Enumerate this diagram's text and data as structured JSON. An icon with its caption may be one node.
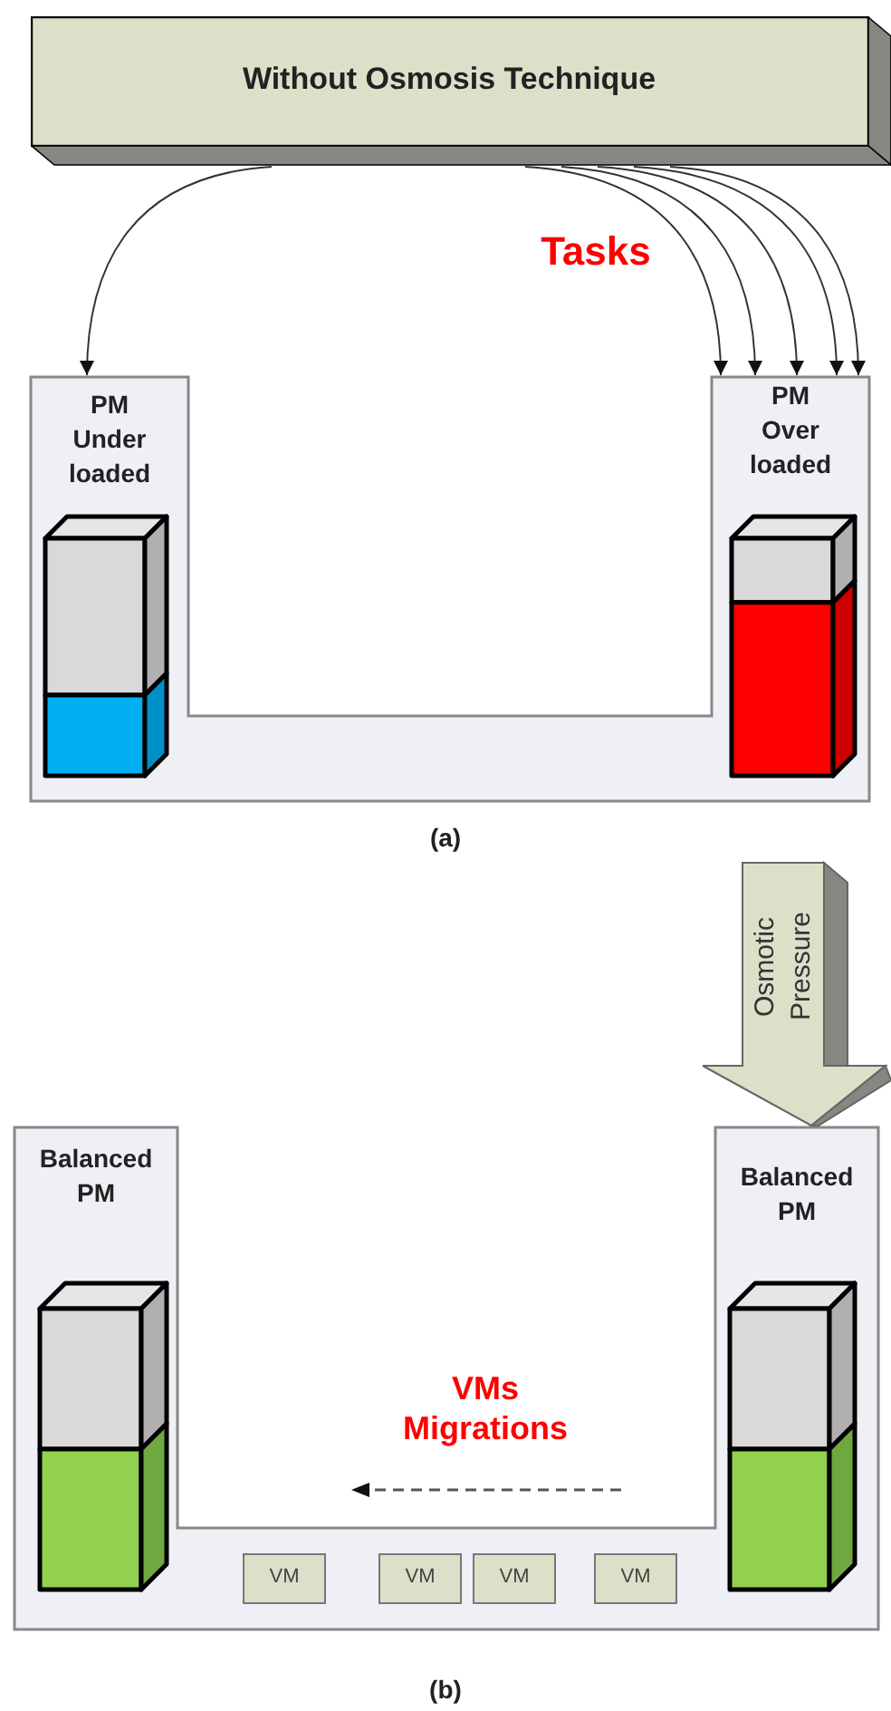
{
  "diagram": {
    "nodes": [
      {
        "text": [
          "Without Osmosis Technique"
        ]
      },
      {
        "text": [
          "PM Under loaded"
        ]
      },
      {
        "text": [
          "PM Over loaded"
        ]
      },
      {
        "text": [
          "Osmotic Pressure"
        ]
      },
      {
        "text": [
          "Balanced PM"
        ]
      },
      {
        "text": [
          "Balanced PM"
        ]
      },
      {
        "text": [
          "VM"
        ]
      },
      {
        "text": [
          "VM"
        ]
      },
      {
        "text": [
          "VM"
        ]
      },
      {
        "text": [
          "VM"
        ]
      }
    ],
    "edges": [
      {
        "from": 0,
        "to": 1,
        "arrow": "to"
      },
      {
        "from": 0,
        "to": 2,
        "arrow": "to"
      },
      {
        "from": 0,
        "to": 2,
        "arrow": "to"
      },
      {
        "from": 0,
        "to": 2,
        "arrow": "to"
      },
      {
        "from": 0,
        "to": 2,
        "arrow": "to"
      },
      {
        "from": 0,
        "to": 2,
        "arrow": "to"
      }
    ],
    "labels": [
      "Tasks",
      "(a)",
      "VMs Migrations",
      "(b)"
    ]
  }
}
